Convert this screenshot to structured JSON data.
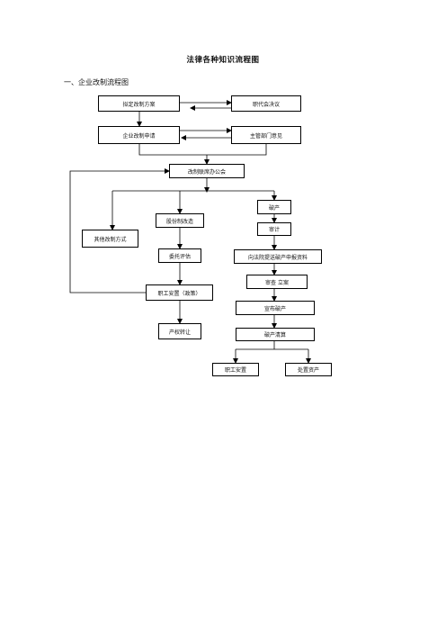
{
  "page": {
    "title": "法律各种知识流程图",
    "subtitle": "一、企业改制流程图"
  },
  "nodes": {
    "n1": "拟定改制方案",
    "n2": "职代会决议",
    "n3": "企业改制申请",
    "n4": "主管部门意见",
    "n5": "改制联席办公会",
    "n6": "股份制改造",
    "n7": "其他改制方式",
    "n8": "破产",
    "n9": "审计",
    "n10": "委托评估",
    "n11": "向法院提送破产申报资料",
    "n12": "职工安置（政策）",
    "n13": "审查 立案",
    "n14": "宣布破产",
    "n15": "产权转让",
    "n16": "破产清算",
    "n17": "职工安置",
    "n18": "处置资产"
  },
  "colors": {
    "line": "#000000",
    "box_border": "#000000"
  }
}
